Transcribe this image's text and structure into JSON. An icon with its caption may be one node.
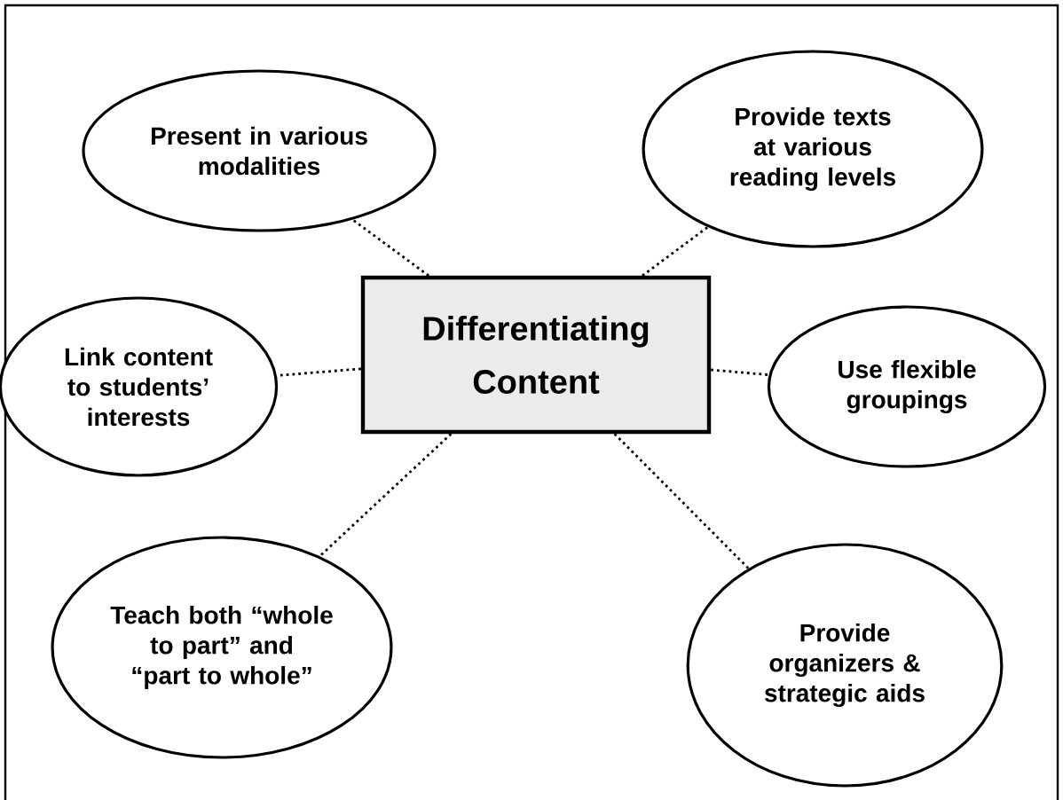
{
  "diagram": {
    "nodes": [
      {
        "text": [
          "Differentiating Content"
        ]
      },
      {
        "text": [
          "Present in various modalities"
        ]
      },
      {
        "text": [
          "Provide texts at various reading levels"
        ]
      },
      {
        "text": [
          "Link content to students’ interests"
        ]
      },
      {
        "text": [
          "Use flexible groupings"
        ]
      },
      {
        "text": [
          "Teach both “whole to part” and “part to whole”"
        ]
      },
      {
        "text": [
          "Provide organizers & strategic aids"
        ]
      }
    ],
    "edges": [
      {
        "from": 0,
        "to": 1,
        "arrow": "none"
      },
      {
        "from": 0,
        "to": 2,
        "arrow": "none"
      },
      {
        "from": 0,
        "to": 3,
        "arrow": "none"
      },
      {
        "from": 0,
        "to": 4,
        "arrow": "none"
      },
      {
        "from": 0,
        "to": 5,
        "arrow": "none"
      },
      {
        "from": 0,
        "to": 6,
        "arrow": "none"
      }
    ]
  }
}
